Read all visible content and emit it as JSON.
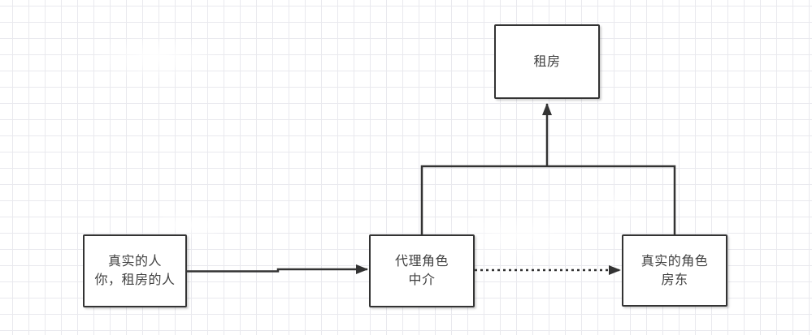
{
  "diagram": {
    "nodes": {
      "rent": {
        "line1": "租房"
      },
      "person": {
        "line1": "真实的人",
        "line2": "你，租房的人"
      },
      "proxy": {
        "line1": "代理角色",
        "line2": "中介"
      },
      "landlord": {
        "line1": "真实的角色",
        "line2": "房东"
      }
    },
    "edges": [
      {
        "name": "person-to-proxy",
        "from": "person",
        "to": "proxy",
        "style": "solid",
        "arrow": "end"
      },
      {
        "name": "proxy-to-landlord",
        "from": "proxy",
        "to": "landlord",
        "style": "dotted",
        "arrow": "end"
      },
      {
        "name": "proxy-and-landlord-to-rent",
        "from": "proxy, landlord",
        "to": "rent",
        "style": "solid",
        "arrow": "end"
      }
    ],
    "colors": {
      "stroke": "#333333",
      "text": "#404040",
      "node_fill": "#ffffff",
      "grid_line": "#e9e9ee",
      "background": "#ffffff"
    }
  }
}
